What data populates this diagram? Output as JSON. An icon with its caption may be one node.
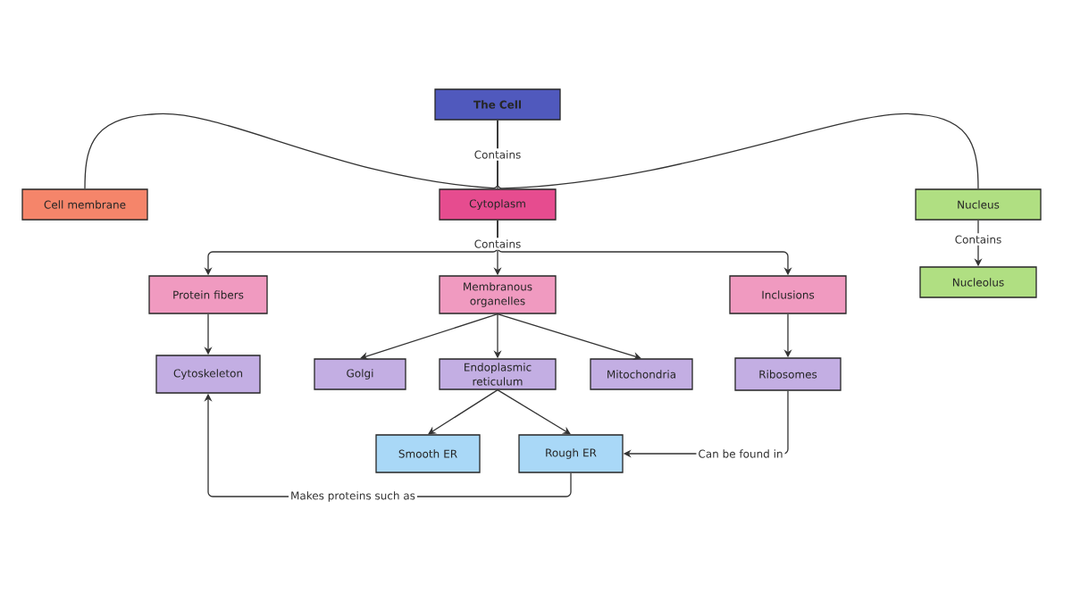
{
  "diagram": {
    "nodes": [
      {
        "text": [
          "The Cell"
        ]
      },
      {
        "text": [
          "Cell membrane"
        ]
      },
      {
        "text": [
          "Cytoplasm"
        ]
      },
      {
        "text": [
          "Nucleus"
        ]
      },
      {
        "text": [
          "Protein fibers"
        ]
      },
      {
        "text": [
          "Membranous organelles"
        ]
      },
      {
        "text": [
          "Inclusions"
        ]
      },
      {
        "text": [
          "Nucleolus"
        ]
      },
      {
        "text": [
          "Cytoskeleton"
        ]
      },
      {
        "text": [
          "Golgi"
        ]
      },
      {
        "text": [
          "Endoplasmic reticulum"
        ]
      },
      {
        "text": [
          "Mitochondria"
        ]
      },
      {
        "text": [
          "Ribosomes"
        ]
      },
      {
        "text": [
          "Smooth ER"
        ]
      },
      {
        "text": [
          "Rough ER"
        ]
      }
    ],
    "edges": [
      {
        "from": 0,
        "to": 2,
        "arrow": "none",
        "label": "Contains"
      },
      {
        "from": 0,
        "to": 1,
        "arrow": "none"
      },
      {
        "from": 0,
        "to": 3,
        "arrow": "none"
      },
      {
        "from": 2,
        "to": 4,
        "arrow": "to"
      },
      {
        "from": 2,
        "to": 5,
        "arrow": "to",
        "label": "Contains"
      },
      {
        "from": 2,
        "to": 6,
        "arrow": "to"
      },
      {
        "from": 3,
        "to": 7,
        "arrow": "to",
        "label": "Contains"
      },
      {
        "from": 4,
        "to": 8,
        "arrow": "to"
      },
      {
        "from": 5,
        "to": 9,
        "arrow": "to"
      },
      {
        "from": 5,
        "to": 10,
        "arrow": "to"
      },
      {
        "from": 5,
        "to": 11,
        "arrow": "to"
      },
      {
        "from": 6,
        "to": 12,
        "arrow": "to"
      },
      {
        "from": 10,
        "to": 13,
        "arrow": "to"
      },
      {
        "from": 10,
        "to": 14,
        "arrow": "to"
      },
      {
        "from": 12,
        "to": 14,
        "arrow": "to",
        "label": "Can be found in"
      },
      {
        "from": 14,
        "to": 8,
        "arrow": "to",
        "label": "Makes proteins such as"
      }
    ]
  }
}
